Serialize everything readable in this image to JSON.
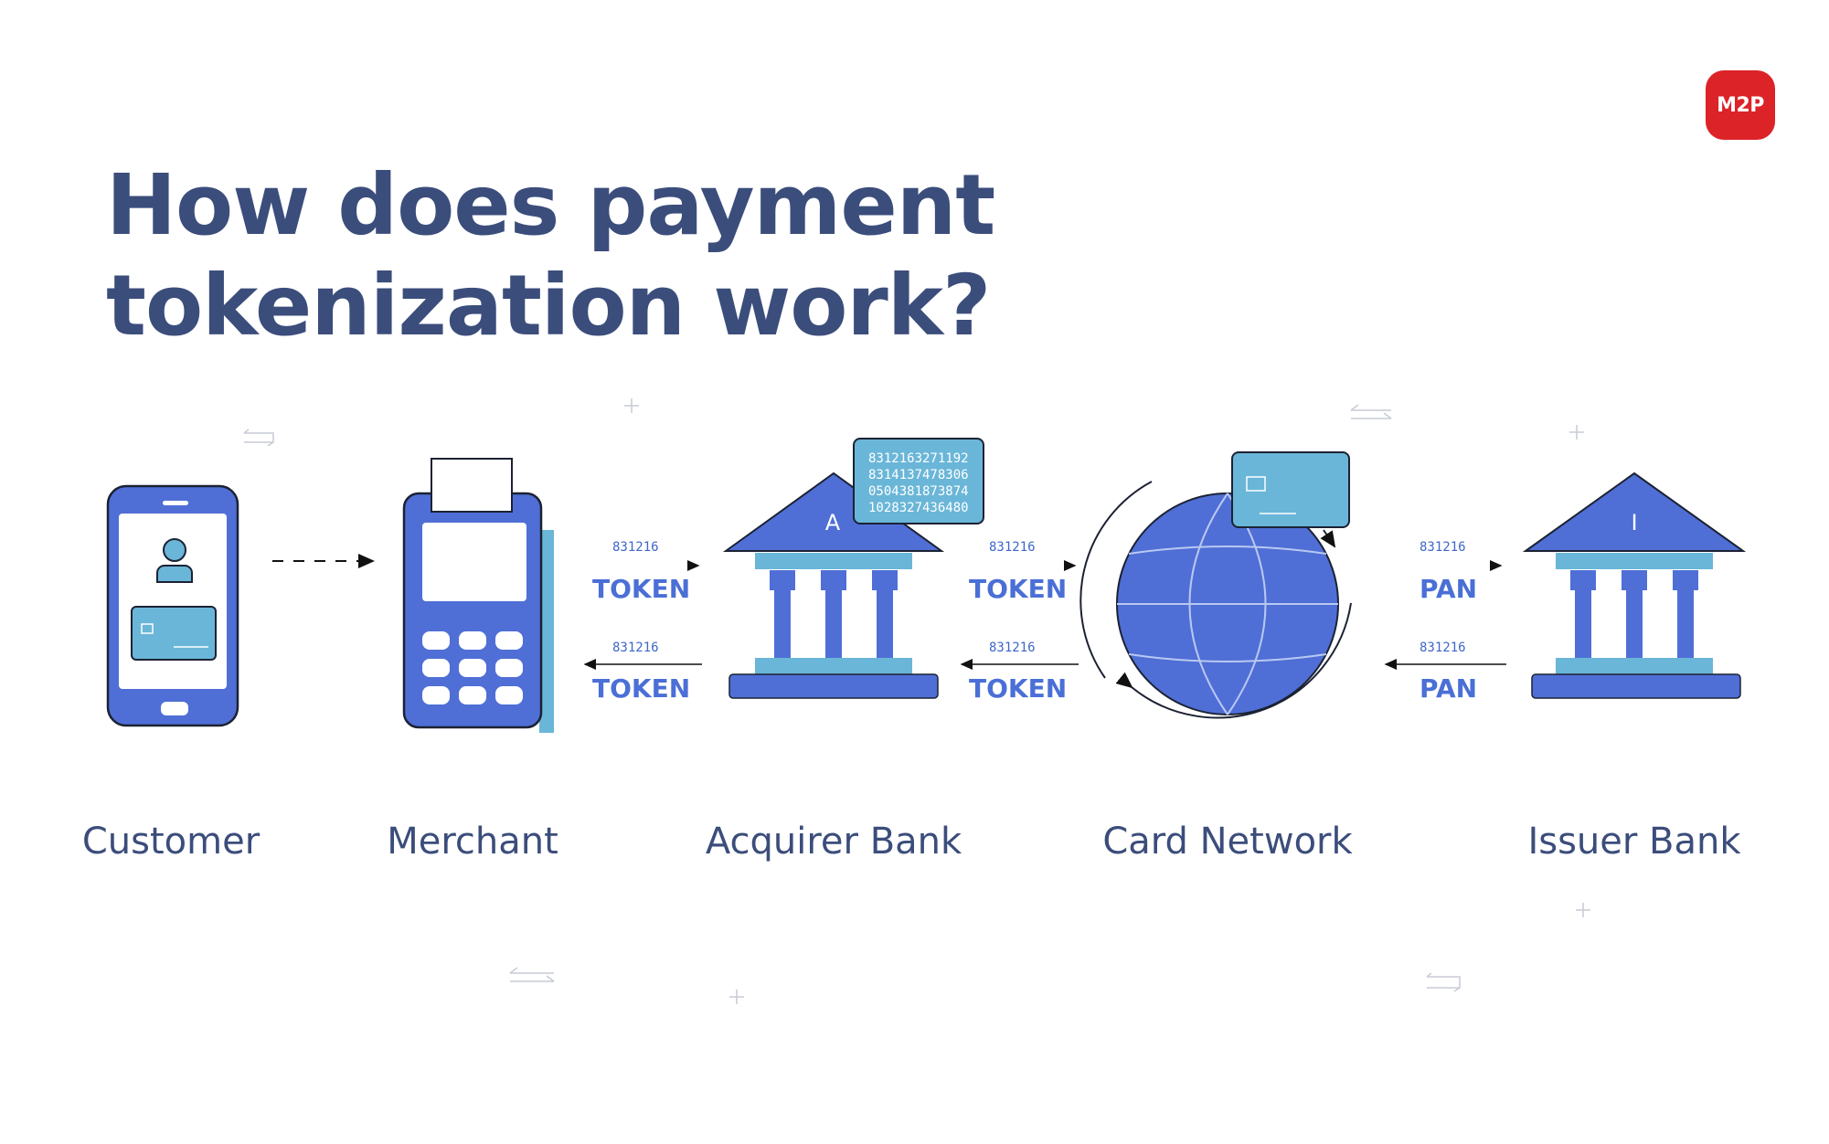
{
  "title": "How does payment tokenization work?",
  "logo_text": "M2P",
  "colors": {
    "primary": "#4f6fd6",
    "light": "#6ab6d8",
    "title": "#3b4d7b",
    "brand_red": "#dc2328"
  },
  "nodes": [
    {
      "label": "Customer",
      "icon": "smartphone-icon"
    },
    {
      "label": "Merchant",
      "icon": "pos-terminal-icon"
    },
    {
      "label": "Acquirer Bank",
      "icon": "bank-icon",
      "letter": "A"
    },
    {
      "label": "Card Network",
      "icon": "globe-icon"
    },
    {
      "label": "Issuer Bank",
      "icon": "bank-icon",
      "letter": "I"
    }
  ],
  "flows": {
    "merchant_acquirer": {
      "forward": "TOKEN",
      "back": "TOKEN"
    },
    "acquirer_network": {
      "forward": "TOKEN",
      "back": "TOKEN"
    },
    "network_issuer": {
      "forward": "PAN",
      "back": "PAN"
    }
  },
  "binary_code": "831216",
  "card_numbers": [
    "8312163271192",
    "8314137478306",
    "0504381873874",
    "1028327436480"
  ]
}
